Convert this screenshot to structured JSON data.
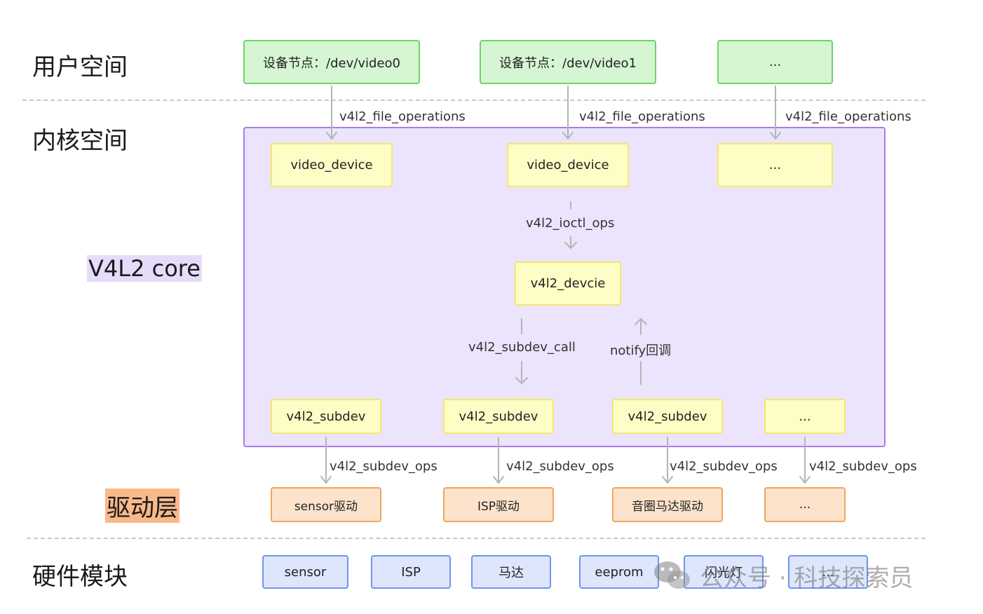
{
  "layers": {
    "user_space": "用户空间",
    "kernel_space": "内核空间",
    "v4l2_core": "V4L2 core",
    "driver_layer": "驱动层",
    "hardware": "硬件模块"
  },
  "user_nodes": [
    "设备节点：/dev/video0",
    "设备节点：/dev/video1",
    "..."
  ],
  "file_ops_labels": [
    "v4l2_file_operations",
    "v4l2_file_operations",
    "v4l2_file_operations"
  ],
  "video_devices": [
    "video_device",
    "video_device",
    "..."
  ],
  "ioctl_label": "v4l2_ioctl_ops",
  "v4l2_device": "v4l2_devcie",
  "subdev_call_label": "v4l2_subdev_call",
  "notify_label": "notify回调",
  "subdevs": [
    "v4l2_subdev",
    "v4l2_subdev",
    "v4l2_subdev",
    "..."
  ],
  "subdev_ops_labels": [
    "v4l2_subdev_ops",
    "v4l2_subdev_ops",
    "v4l2_subdev_ops",
    "v4l2_subdev_ops"
  ],
  "drivers": [
    "sensor驱动",
    "ISP驱动",
    "音圈马达驱动",
    "..."
  ],
  "hardware_modules": [
    "sensor",
    "ISP",
    "马达",
    "eeprom",
    "闪光灯",
    "..."
  ],
  "watermark": "公众号 · 科技探索员",
  "colors": {
    "green_fill": "#d6f5d3",
    "green_border": "#6ad666",
    "yellow_fill": "#fefdc6",
    "yellow_border": "#f3e86c",
    "purple_fill": "#ece4fc",
    "purple_border": "#a97be6",
    "orange_fill": "#fde3cb",
    "orange_border": "#f2a55a",
    "blue_fill": "#dde6fd",
    "blue_border": "#6e95ea",
    "arrow": "#b5b5b5"
  }
}
